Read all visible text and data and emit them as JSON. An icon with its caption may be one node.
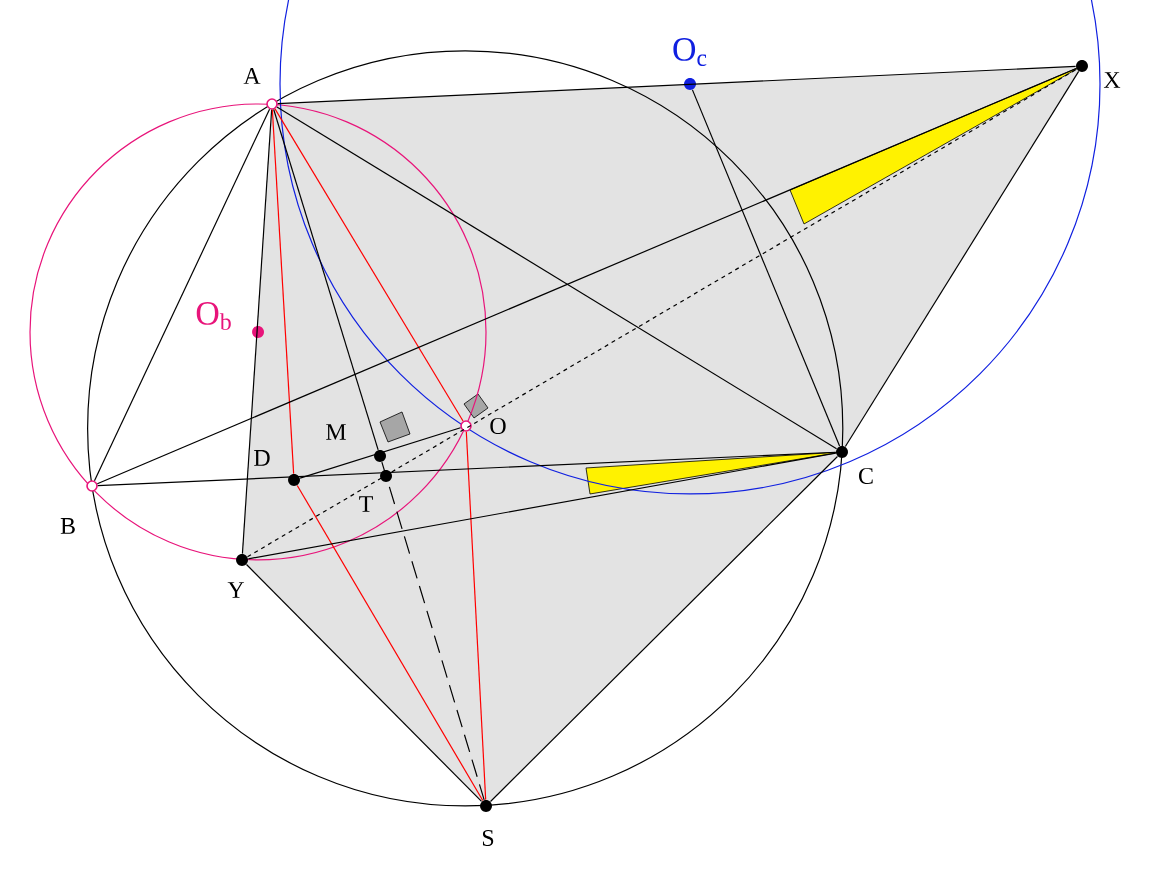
{
  "diagram": {
    "nodes": [
      {
        "text": [
          "A"
        ]
      },
      {
        "text": [
          "X"
        ]
      },
      {
        "text": [
          "B"
        ]
      },
      {
        "text": [
          "C"
        ]
      },
      {
        "text": [
          "S"
        ]
      },
      {
        "text": [
          "Y"
        ]
      },
      {
        "text": [
          "D"
        ]
      },
      {
        "text": [
          "M"
        ]
      },
      {
        "text": [
          "T"
        ]
      },
      {
        "text": [
          "O"
        ]
      },
      {
        "text": [
          "O$_{b}$"
        ]
      },
      {
        "text": [
          "O$_{c}$"
        ]
      }
    ],
    "edges": [
      {
        "from": 0,
        "to": 1,
        "arrow": "none"
      },
      {
        "from": 0,
        "to": 2,
        "arrow": "none"
      },
      {
        "from": 0,
        "to": 3,
        "arrow": "none"
      },
      {
        "from": 0,
        "to": 5,
        "arrow": "none"
      },
      {
        "from": 0,
        "to": 7,
        "arrow": "none"
      },
      {
        "from": 0,
        "to": 6,
        "arrow": "none",
        "color": "#ff0000"
      },
      {
        "from": 6,
        "to": 4,
        "arrow": "none",
        "color": "#ff0000"
      },
      {
        "from": 0,
        "to": 9,
        "arrow": "none",
        "color": "#ff0000"
      },
      {
        "from": 9,
        "to": 4,
        "arrow": "none",
        "color": "#ff0000"
      },
      {
        "from": 2,
        "to": 3,
        "arrow": "none"
      },
      {
        "from": 2,
        "to": 1,
        "arrow": "none"
      },
      {
        "from": 1,
        "to": 3,
        "arrow": "none"
      },
      {
        "from": 5,
        "to": 1,
        "arrow": "none",
        "style": "dashed"
      },
      {
        "from": 5,
        "to": 3,
        "arrow": "none"
      },
      {
        "from": 5,
        "to": 4,
        "arrow": "none"
      },
      {
        "from": 3,
        "to": 4,
        "arrow": "none"
      },
      {
        "from": 6,
        "to": 9,
        "arrow": "none"
      },
      {
        "from": 7,
        "to": 4,
        "arrow": "none",
        "style": "dashed"
      },
      {
        "from": 11,
        "to": 3,
        "arrow": "none"
      }
    ]
  }
}
